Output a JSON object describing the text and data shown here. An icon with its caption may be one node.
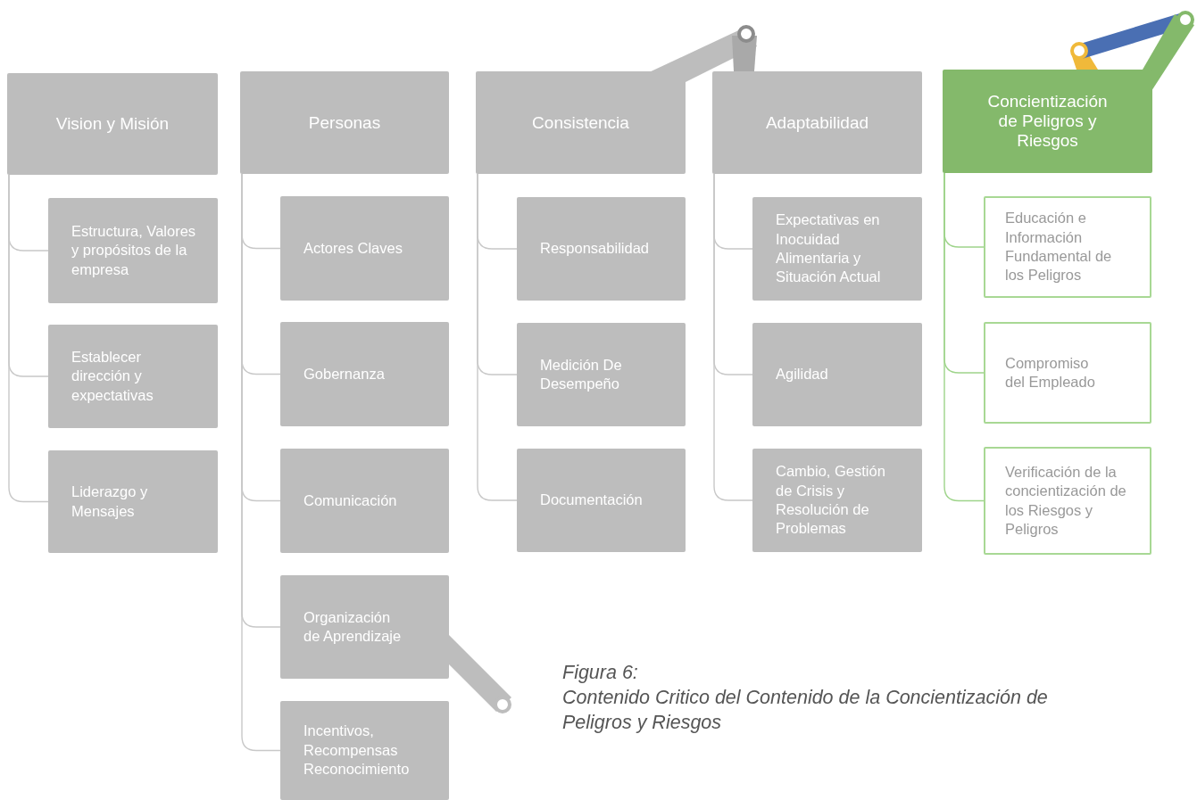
{
  "diagram": {
    "caption": "Contenido Critico del Contenido de la Concientización de Peligros y Riesgos",
    "nodes": [
      {
        "text": [
          "Vision y Misión"
        ]
      },
      {
        "text": [
          "Estructura, Valores y propósitos de la empresa"
        ]
      },
      {
        "text": [
          "Establecer dirección y expectativas"
        ]
      },
      {
        "text": [
          "Liderazgo y Mensajes"
        ]
      },
      {
        "text": [
          "Personas"
        ]
      },
      {
        "text": [
          "Actores Claves"
        ]
      },
      {
        "text": [
          "Gobernanza"
        ]
      },
      {
        "text": [
          "Comunicación"
        ]
      },
      {
        "text": [
          "Organización de Aprendizaje"
        ]
      },
      {
        "text": [
          "Incentivos, Recompensas Reconocimiento"
        ]
      },
      {
        "text": [
          "Consistencia"
        ]
      },
      {
        "text": [
          "Responsabilidad"
        ]
      },
      {
        "text": [
          "Medición De Desempeño"
        ]
      },
      {
        "text": [
          "Documentación"
        ]
      },
      {
        "text": [
          "Adaptabilidad"
        ]
      },
      {
        "text": [
          "Expectativas en Inocuidad Alimentaria y Situación Actual"
        ]
      },
      {
        "text": [
          "Agilidad"
        ]
      },
      {
        "text": [
          "Cambio, Gestión de Crisis y Resolución de Problemas"
        ]
      },
      {
        "text": [
          "Concientización de Peligros y Riesgos"
        ]
      },
      {
        "text": [
          "Educación e Información Fundamental de los Peligros"
        ]
      },
      {
        "text": [
          "Compromiso del Empleado"
        ]
      },
      {
        "text": [
          "Verificación de la concientización de los Riesgos y Peligros"
        ]
      }
    ],
    "edges": [
      {
        "from": 0,
        "to": 1,
        "arrow": "none"
      },
      {
        "from": 0,
        "to": 2,
        "arrow": "none"
      },
      {
        "from": 0,
        "to": 3,
        "arrow": "none"
      },
      {
        "from": 4,
        "to": 5,
        "arrow": "none"
      },
      {
        "from": 4,
        "to": 6,
        "arrow": "none"
      },
      {
        "from": 4,
        "to": 7,
        "arrow": "none"
      },
      {
        "from": 4,
        "to": 8,
        "arrow": "none"
      },
      {
        "from": 4,
        "to": 9,
        "arrow": "none"
      },
      {
        "from": 10,
        "to": 11,
        "arrow": "none"
      },
      {
        "from": 10,
        "to": 12,
        "arrow": "none"
      },
      {
        "from": 10,
        "to": 13,
        "arrow": "none"
      },
      {
        "from": 14,
        "to": 15,
        "arrow": "none"
      },
      {
        "from": 14,
        "to": 16,
        "arrow": "none"
      },
      {
        "from": 14,
        "to": 17,
        "arrow": "none"
      },
      {
        "from": 18,
        "to": 19,
        "arrow": "none",
        "color": "#9ed48a"
      },
      {
        "from": 18,
        "to": 20,
        "arrow": "none",
        "color": "#9ed48a"
      },
      {
        "from": 18,
        "to": 21,
        "arrow": "none",
        "color": "#9ed48a"
      }
    ],
    "labels": [
      "Figura 6:"
    ]
  }
}
